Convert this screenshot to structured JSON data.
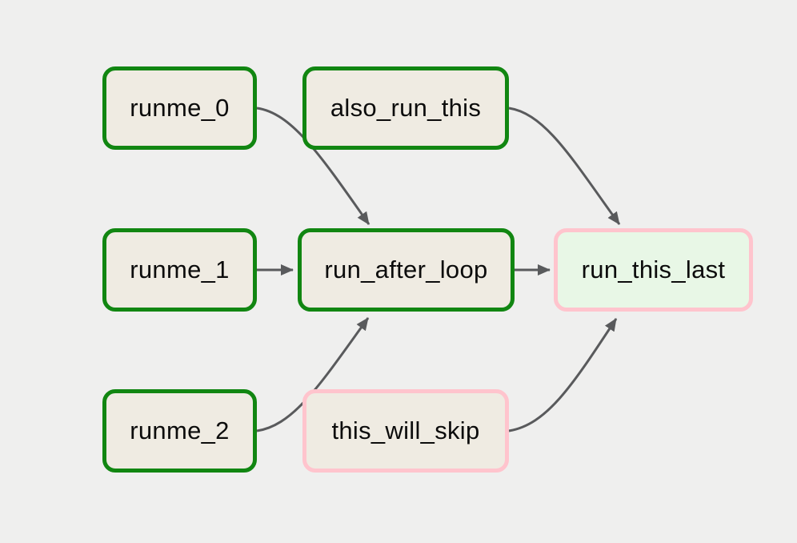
{
  "diagram": {
    "type": "dag-graph",
    "background_color": "#efefee",
    "edge_color": "#595a5c",
    "text_color": "#0c0c0c",
    "status_colors": {
      "green_border": "#118611",
      "pink_border": "#ffc4cd",
      "beige_fill": "#efebe2",
      "light_green_fill": "#e8f7e6"
    }
  },
  "nodes": [
    {
      "id": "runme_0",
      "label": "runme_0",
      "border_color": "#118611",
      "fill_color": "#efebe2"
    },
    {
      "id": "also_run_this",
      "label": "also_run_this",
      "border_color": "#118611",
      "fill_color": "#efebe2"
    },
    {
      "id": "runme_1",
      "label": "runme_1",
      "border_color": "#118611",
      "fill_color": "#efebe2"
    },
    {
      "id": "run_after_loop",
      "label": "run_after_loop",
      "border_color": "#118611",
      "fill_color": "#efebe2"
    },
    {
      "id": "run_this_last",
      "label": "run_this_last",
      "border_color": "#ffc4cd",
      "fill_color": "#e8f7e6"
    },
    {
      "id": "runme_2",
      "label": "runme_2",
      "border_color": "#118611",
      "fill_color": "#efebe2"
    },
    {
      "id": "this_will_skip",
      "label": "this_will_skip",
      "border_color": "#ffc4cd",
      "fill_color": "#efebe2"
    }
  ],
  "edges": [
    {
      "from": "runme_0",
      "to": "run_after_loop"
    },
    {
      "from": "runme_1",
      "to": "run_after_loop"
    },
    {
      "from": "runme_2",
      "to": "run_after_loop"
    },
    {
      "from": "also_run_this",
      "to": "run_this_last"
    },
    {
      "from": "run_after_loop",
      "to": "run_this_last"
    },
    {
      "from": "this_will_skip",
      "to": "run_this_last"
    }
  ]
}
